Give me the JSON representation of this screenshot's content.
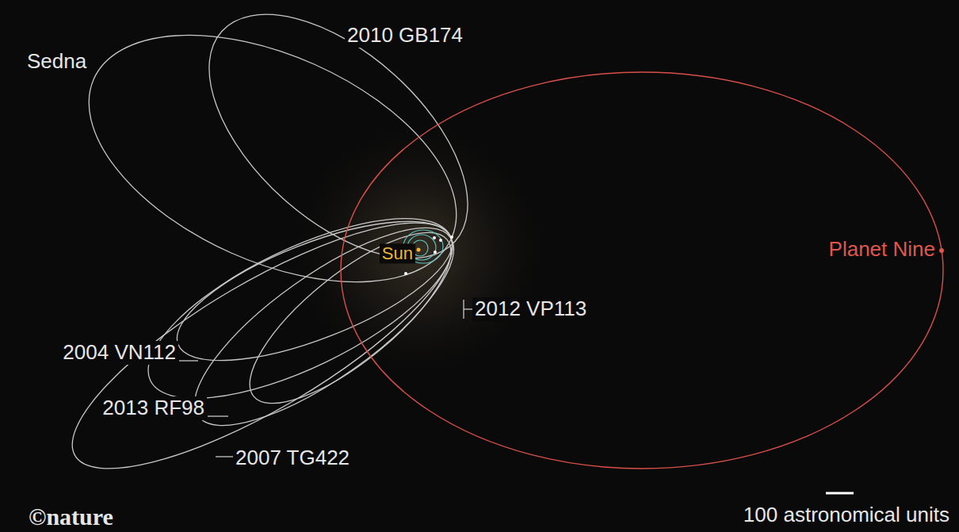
{
  "diagram": {
    "labels": [
      "Sedna",
      "2010 GB174",
      "2012 VP113",
      "2004 VN112",
      "2013 RF98",
      "2007 TG422",
      "Sun",
      "Planet Nine",
      "©nature",
      "100 astronomical units"
    ]
  }
}
